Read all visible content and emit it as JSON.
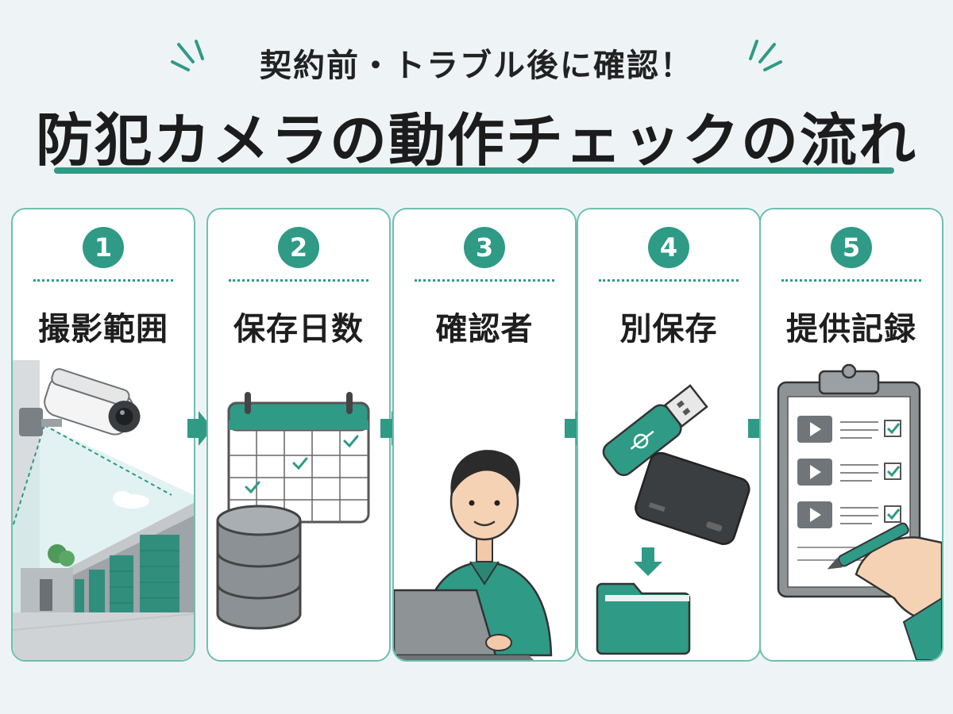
{
  "header": {
    "subtitle": "契約前・トラブル後に確認！",
    "title": "防犯カメラの動作チェックの流れ"
  },
  "steps": [
    {
      "number": "1",
      "label": "撮影範囲"
    },
    {
      "number": "2",
      "label": "保存日数"
    },
    {
      "number": "3",
      "label": "確認者"
    },
    {
      "number": "4",
      "label": "別保存"
    },
    {
      "number": "5",
      "label": "提供記録"
    }
  ],
  "colors": {
    "accent": "#2f9a86",
    "border": "#6fbfae",
    "background": "#eef4f6"
  }
}
